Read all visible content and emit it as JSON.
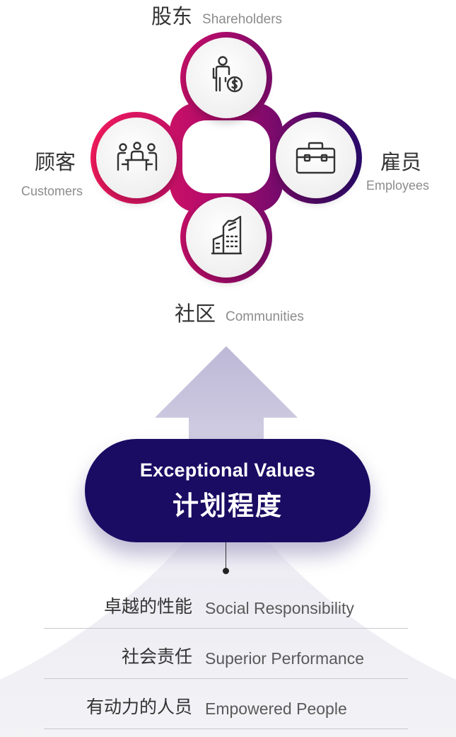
{
  "stakeholders": {
    "top": {
      "cn": "股东",
      "en": "Shareholders",
      "icon": "person-coin-icon"
    },
    "left": {
      "cn": "顾客",
      "en": "Customers",
      "icon": "meeting-people-icon"
    },
    "right": {
      "cn": "雇员",
      "en": "Employees",
      "icon": "briefcase-icon"
    },
    "bottom": {
      "cn": "社区",
      "en": "Communities",
      "icon": "city-buildings-icon"
    }
  },
  "core": {
    "en": "Exceptional Values",
    "cn": "计划程度"
  },
  "pillars": [
    {
      "cn": "卓越的性能",
      "en": "Social Responsibility"
    },
    {
      "cn": "社会责任",
      "en": "Superior Performance"
    },
    {
      "cn": "有动力的人员",
      "en": "Empowered People"
    }
  ],
  "colors": {
    "gradient_start": "#e8175d",
    "gradient_mid": "#a10c6c",
    "gradient_end": "#2e0a6e",
    "pill_bg": "#1a0b63",
    "arrow": "#cbc7de"
  }
}
